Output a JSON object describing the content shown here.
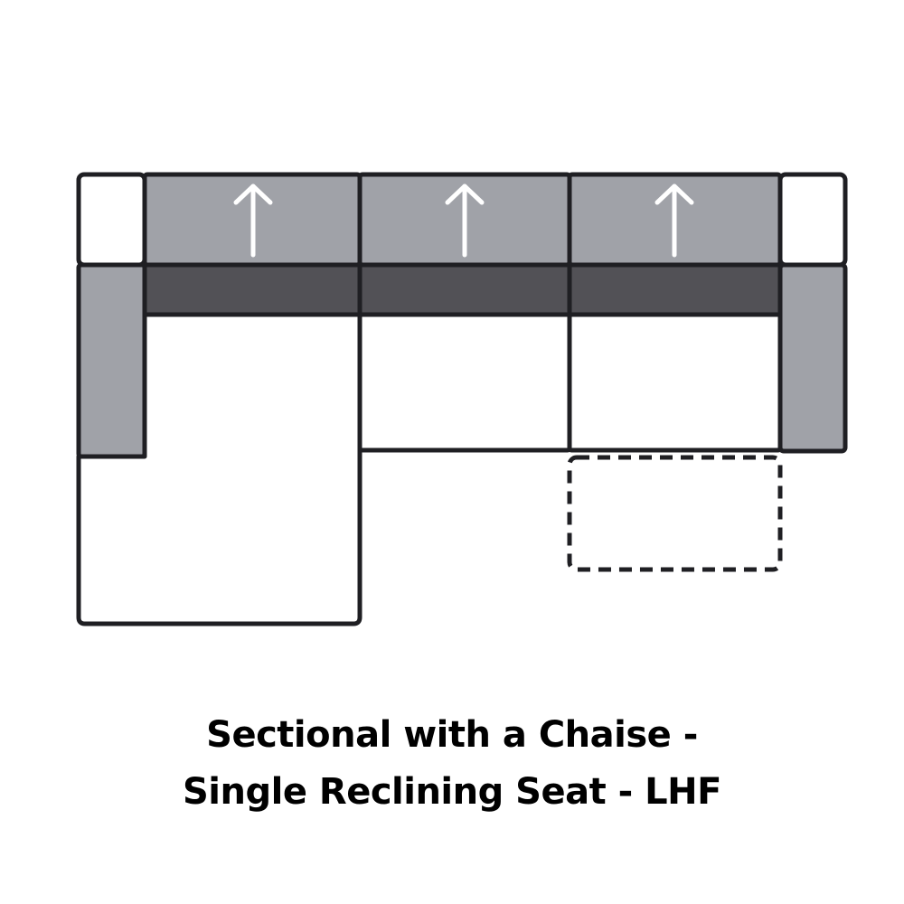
{
  "caption": {
    "line1": "Sectional with a Chaise -",
    "line2": "Single Reclining Seat - LHF"
  },
  "colors": {
    "outline": "#1f1f23",
    "back_cushion": "#a0a2a8",
    "recline_band": "#525156",
    "seat": "#ffffff",
    "arm": "#a0a2a8",
    "arrow": "#ffffff"
  },
  "diagram": {
    "pieces": [
      {
        "name": "left-arm-corner",
        "fill": "white"
      },
      {
        "name": "left-arm",
        "fill": "gray"
      },
      {
        "name": "back-cushion-1",
        "fill": "gray",
        "icon": "arrow-up"
      },
      {
        "name": "back-cushion-2",
        "fill": "gray",
        "icon": "arrow-up"
      },
      {
        "name": "back-cushion-3",
        "fill": "gray",
        "icon": "arrow-up"
      },
      {
        "name": "recline-band-1",
        "fill": "dark"
      },
      {
        "name": "recline-band-2",
        "fill": "dark"
      },
      {
        "name": "recline-band-3",
        "fill": "dark"
      },
      {
        "name": "chaise-seat",
        "fill": "white"
      },
      {
        "name": "middle-seat",
        "fill": "white"
      },
      {
        "name": "reclining-seat",
        "fill": "white"
      },
      {
        "name": "footrest-extended",
        "style": "dashed"
      },
      {
        "name": "right-arm-corner",
        "fill": "white"
      },
      {
        "name": "right-arm",
        "fill": "gray"
      }
    ]
  }
}
